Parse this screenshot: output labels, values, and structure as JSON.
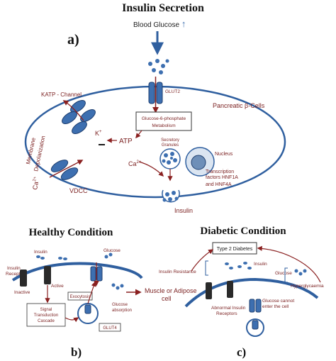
{
  "colors": {
    "membrane": "#2f5f9f",
    "protein": "#3d6fb0",
    "protein_dark": "#1f3f6f",
    "label_red": "#7a1f1f",
    "arrow_red": "#8a2020",
    "dark_channel": "#2a2a2a",
    "nucleus": "#6e8fb8"
  },
  "titles": {
    "main": "Insulin Secretion",
    "healthy": "Healthy Condition",
    "diabetic": "Diabetic Condition"
  },
  "panel_letters": {
    "a": "a)",
    "b": "b)",
    "c": "c)"
  },
  "panel_a": {
    "blood_glucose": "Blood Glucose",
    "up_arrow": "↑",
    "glut2": "GLUT2",
    "cell_name": "Pancreatic β-Cells",
    "metabolism_line1": "Glucose-6-phosphate",
    "metabolism_line2": "Metabolism",
    "katp": "KATP - Channel",
    "k_plus": "K",
    "k_sup": "+",
    "atp": "ATP",
    "membrane_line1": "Membrane",
    "membrane_line2": "Depolarization",
    "ca_in": "Ca",
    "ca_in_sup": "2+",
    "ca_out": "Ca",
    "ca_out_sup": "2+",
    "secretory_line1": "Secretory",
    "secretory_line2": "Granules",
    "nucleus": "Nucleus",
    "tf_line1": "Transcription",
    "tf_line2": "factors HNF1A",
    "tf_line3": "and HNF4A",
    "vdcc": "VDCC",
    "insulin": "Insulin"
  },
  "panel_b": {
    "insulin": "Insulin",
    "glucose": "Glucose",
    "receptor_line1": "Insulin",
    "receptor_line2": "Receptor",
    "inactive": "Inactive",
    "active": "Active",
    "exocytosis": "Exocytosis",
    "signal_line1": "Signal",
    "signal_line2": "Transduction",
    "signal_line3": "Cascade",
    "absorption_line1": "Glucose",
    "absorption_line2": "absorption",
    "glut4": "GLUT4",
    "muscle_line1": "Muscle or Adipose",
    "muscle_line2": "cell"
  },
  "panel_c": {
    "type2": "Type 2 Diabetes",
    "insulin_resistance": "Insulin Resistance",
    "insulin": "Insulin",
    "glucose": "Glucose",
    "hyperglycaemia": "Hyperglycaemia",
    "abnormal_line1": "Abnormal Insulin",
    "abnormal_line2": "Receptors",
    "cannot_line1": "Glucose cannot",
    "cannot_line2": "enter the cell"
  }
}
